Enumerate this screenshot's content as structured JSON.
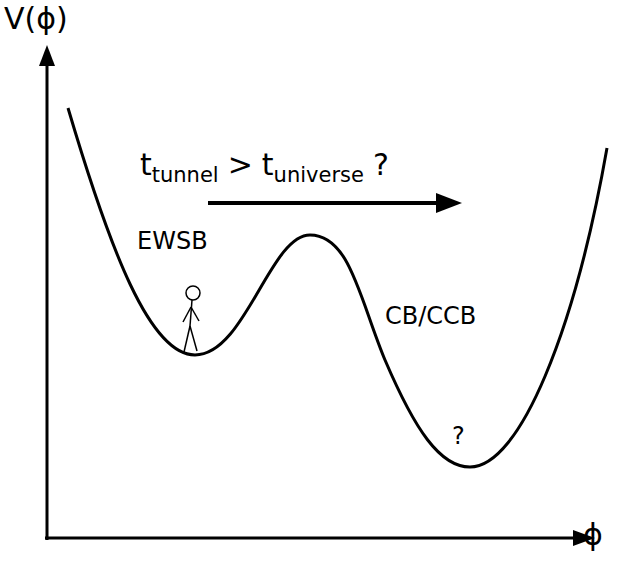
{
  "diagram": {
    "labels": [
      "V(ϕ)",
      "t",
      "tunnel",
      ">",
      "t",
      "universe",
      "?",
      "EWSB",
      "CB/CCB",
      "?",
      "ϕ"
    ]
  }
}
